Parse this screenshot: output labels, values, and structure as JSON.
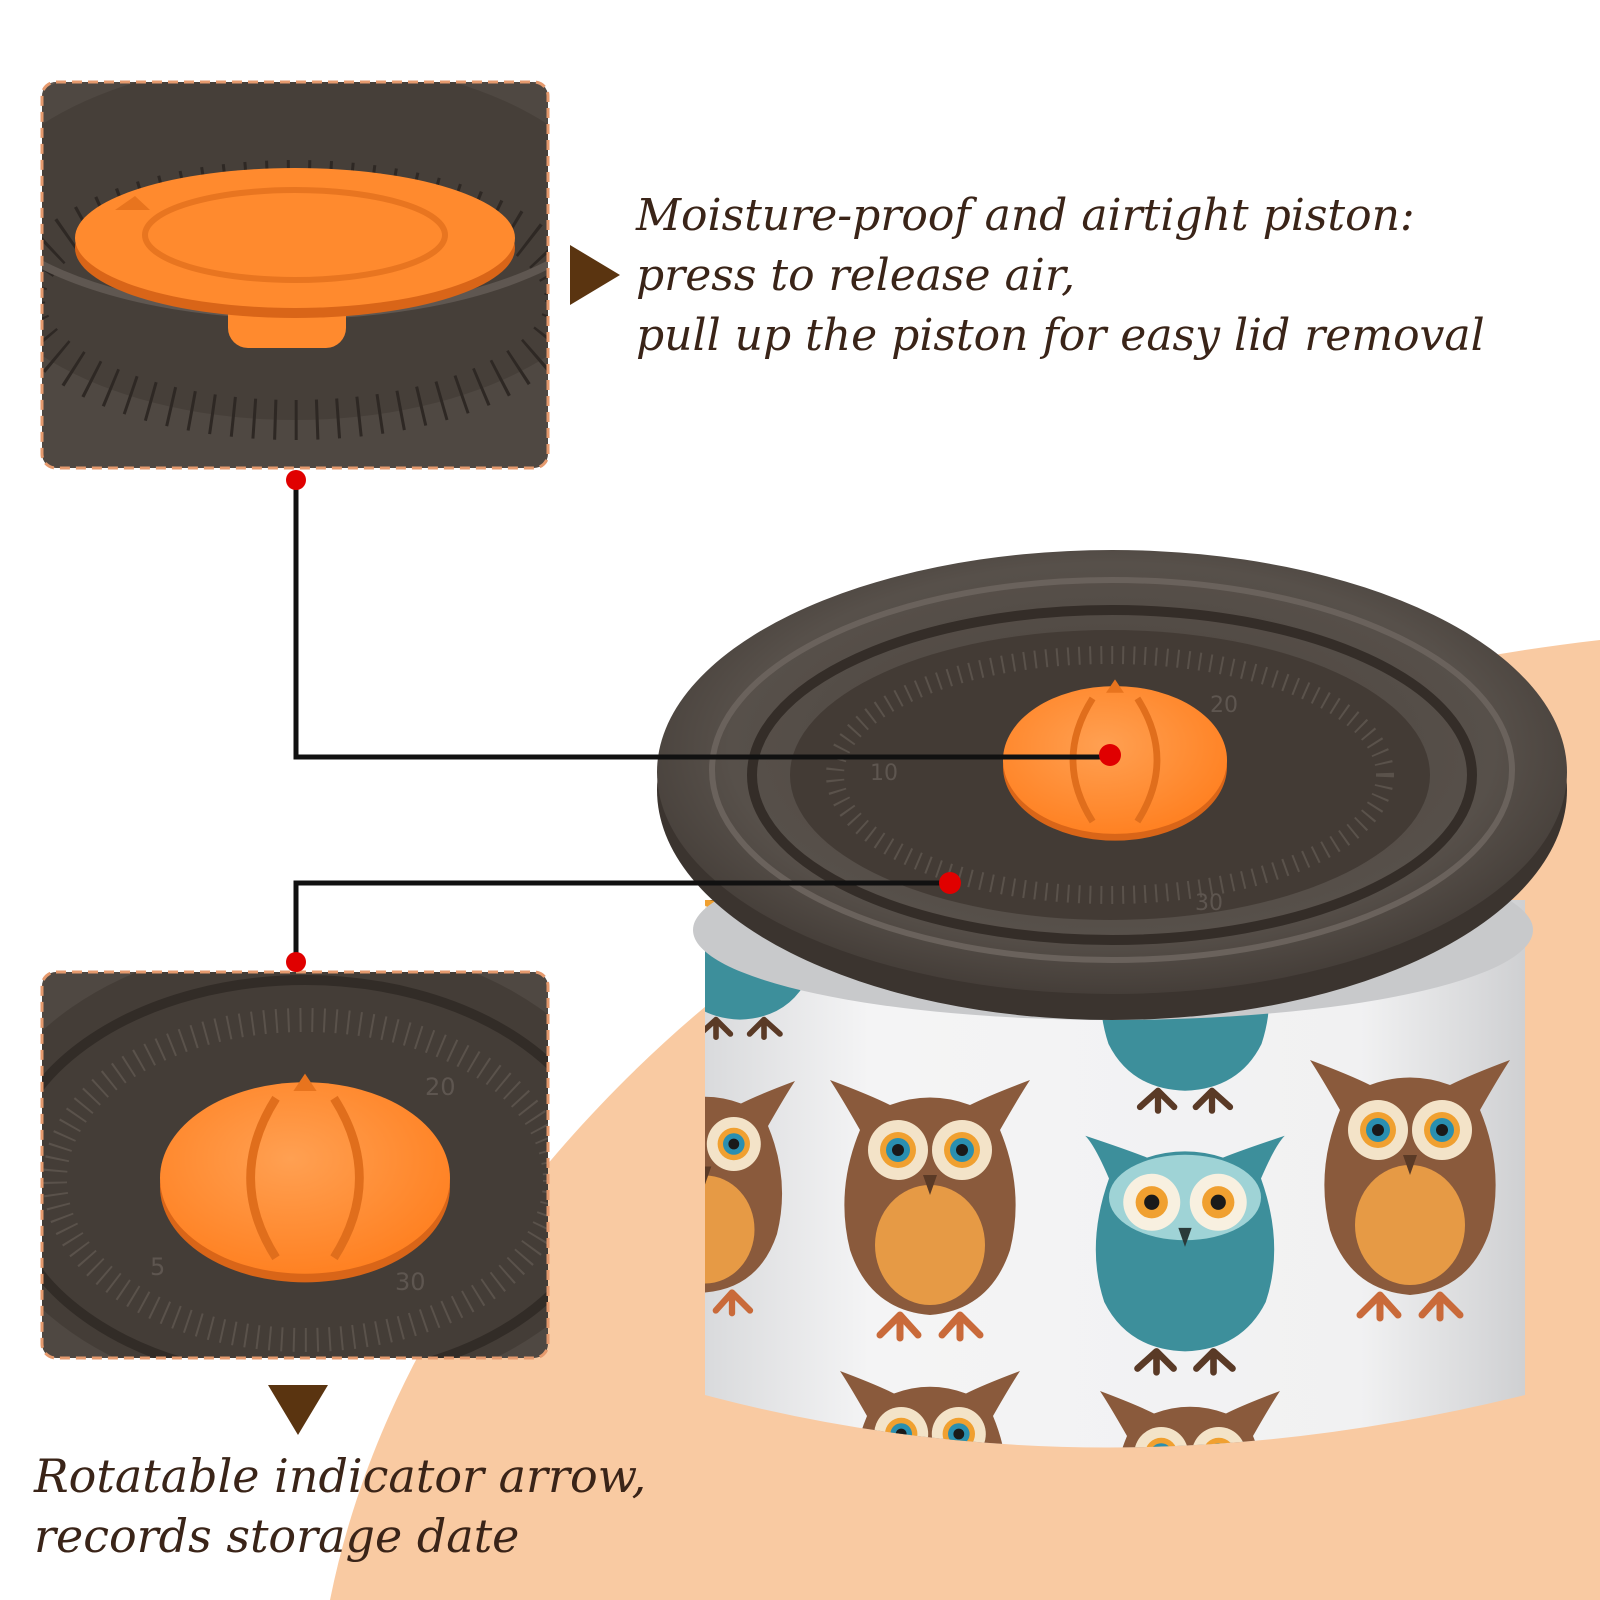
{
  "piston_caption": {
    "lines": [
      "Moisture-proof and airtight piston:",
      "press to release air,",
      "pull up the piston for easy lid removal"
    ]
  },
  "indicator_caption": {
    "lines": [
      "Rotatable indicator arrow,",
      "records storage date"
    ]
  },
  "dial_numbers": [
    "20",
    "10",
    "5",
    "30"
  ],
  "colors": {
    "background": "#ffffff",
    "peach_backdrop": "#f9caa2",
    "lid_dark": "#4e4640",
    "piston_orange": "#ff8a2e",
    "frame_dash": "#e59a6e",
    "text_brown": "#3a2418",
    "callout_dot": "#e00000",
    "arrow_brown": "#5a3410"
  },
  "icons": [
    "arrow-right-icon",
    "arrow-down-icon"
  ]
}
